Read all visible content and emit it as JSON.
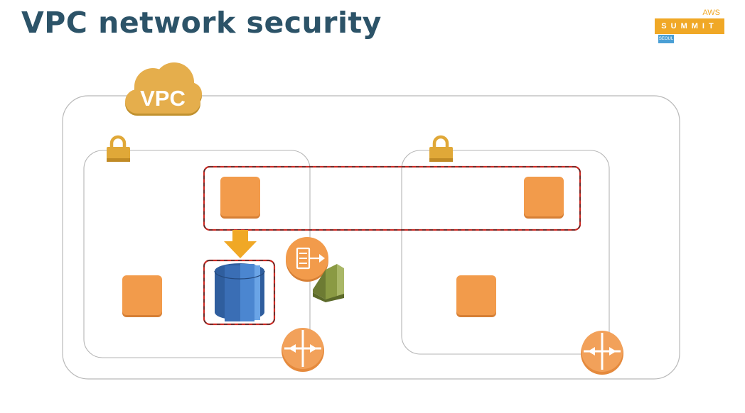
{
  "slide": {
    "title": "VPC network security"
  },
  "logo": {
    "brand": "AWS",
    "event": "SUMMIT",
    "tag": "SEOUL"
  },
  "diagram": {
    "vpc_label": "VPC",
    "colors": {
      "instance": "#f29b4b",
      "cloud": "#e5ae4c",
      "lock": "#e0a838",
      "rds": "#3f72b8",
      "security_group": "#cc2a24",
      "router": "#e58a3d",
      "cloudwatch": "#8a9a43"
    },
    "icons": [
      "cloud-icon",
      "lock-icon",
      "ec2-instance-icon",
      "rds-database-icon",
      "load-balancer-icon",
      "cloudwatch-icon",
      "router-icon",
      "arrow-down-icon"
    ]
  }
}
